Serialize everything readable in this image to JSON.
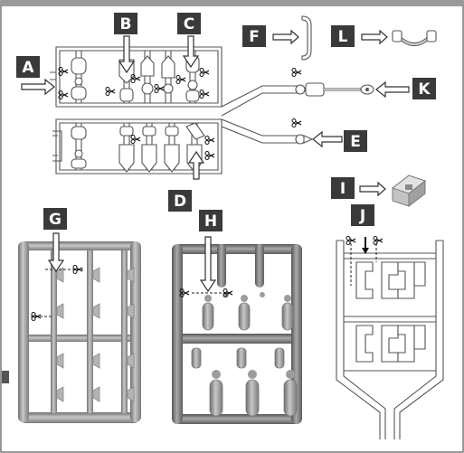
{
  "labels": {
    "A": "A",
    "B": "B",
    "C": "C",
    "D": "D",
    "E": "E",
    "F": "F",
    "G": "G",
    "H": "H",
    "I": "I",
    "J": "J",
    "K": "K",
    "L": "L"
  },
  "colors": {
    "label_box": "#3a3a3a",
    "label_text": "#ffffff",
    "sprue_grey": "#8f8f8f",
    "sprue_grey_dark": "#6f6f6f",
    "part_grey": "#b9b9b9",
    "line": "#555555"
  },
  "icons": {
    "cutter": "scissors-icon",
    "pointer": "arrow-icon"
  }
}
